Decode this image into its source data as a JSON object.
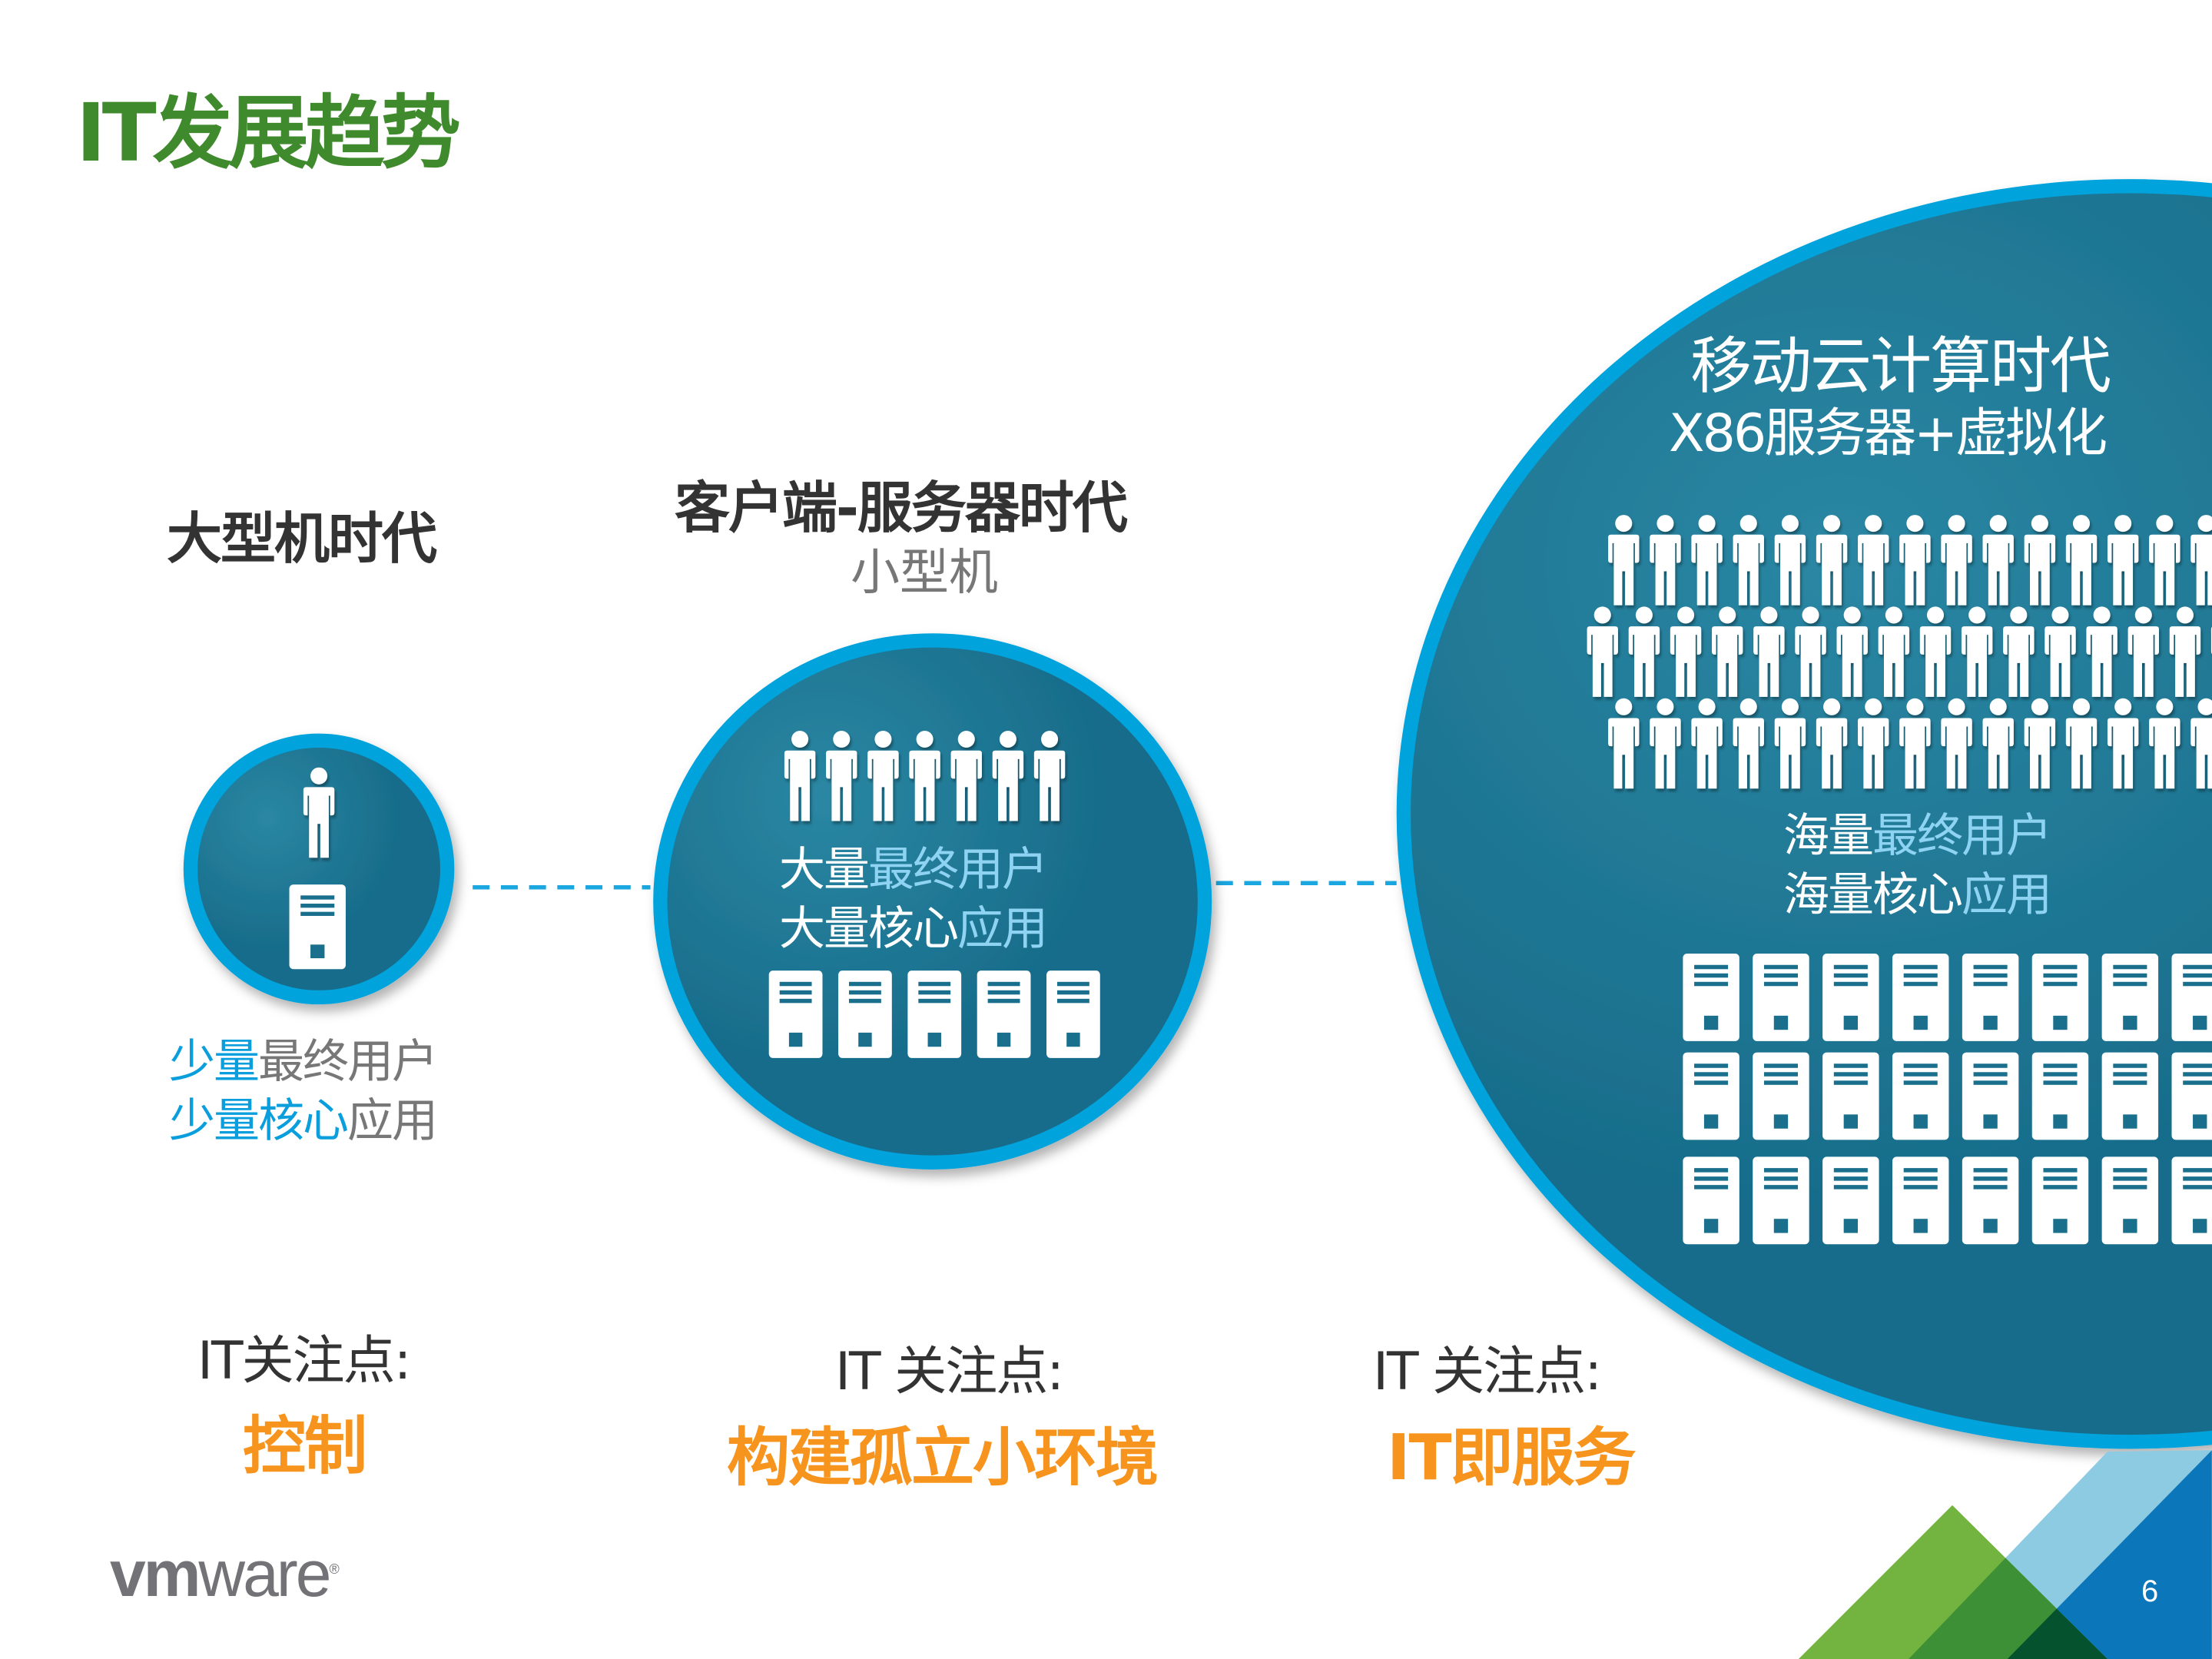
{
  "title": "IT发展趋势",
  "colors": {
    "title_green": "#3f8a2c",
    "accent_blue": "#03a3dc",
    "circle_fill": "#1a7191",
    "orange": "#f7941d",
    "light_text_blue": "#8fd3f2"
  },
  "eras": [
    {
      "name": "大型机时代",
      "caption": [
        [
          "少量",
          "最终用户"
        ],
        [
          "少量核心",
          "应用"
        ]
      ],
      "focus_label": "IT关注点:",
      "focus_value": "控制",
      "users": 1,
      "servers": 1
    },
    {
      "name": "客户端-服务器时代",
      "subtitle": "小型机",
      "caption": [
        [
          "大量",
          "最终用户"
        ],
        [
          "大量核心",
          "应用"
        ]
      ],
      "focus_label": "IT 关注点:",
      "focus_value": "构建孤立小环境",
      "users": 7,
      "servers": 5
    },
    {
      "name": "移动云计算时代",
      "subtitle": "X86服务器+虚拟化",
      "caption": [
        [
          "海量",
          "最终用户"
        ],
        [
          "海量核心",
          "应用"
        ]
      ],
      "focus_label": "IT 关注点:",
      "focus_value": "IT即服务"
    }
  ],
  "icons": {
    "user": "person-icon",
    "server": "server-icon"
  },
  "footer": {
    "logo": "vmware",
    "page_number": "6"
  }
}
